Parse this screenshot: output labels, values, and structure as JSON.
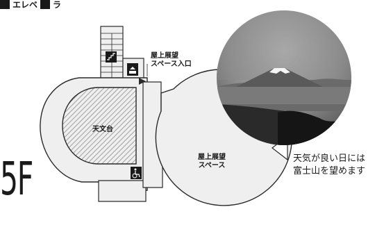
{
  "floor": "5F",
  "legend": {
    "items": [
      {
        "icon": "square-icon",
        "label": "エレベ"
      },
      {
        "icon": "stairs-icon",
        "label": "ラ"
      }
    ]
  },
  "rooms": {
    "observatory": "天文台",
    "rooftop_space_line1": "屋上展望",
    "rooftop_space_line2": "スペース"
  },
  "entrance": {
    "line1": "屋上展望",
    "line2": "スペース入口"
  },
  "fuji_note": {
    "line1": "天気が良い日には",
    "line2": "富士山を望めます"
  },
  "icons": {
    "stairs": "stairs-icon",
    "elevator": "elevator-icon",
    "accessible_toilet": "wheelchair-icon",
    "entrance_marker": "entrance-arrow-icon",
    "fuji_photo": "mount-fuji-photo"
  },
  "colors": {
    "floor_fill": "#efefef",
    "outline": "#2a2a2a",
    "hatch": "#9a9a9a",
    "icon_bg": "#1a1a1a"
  }
}
